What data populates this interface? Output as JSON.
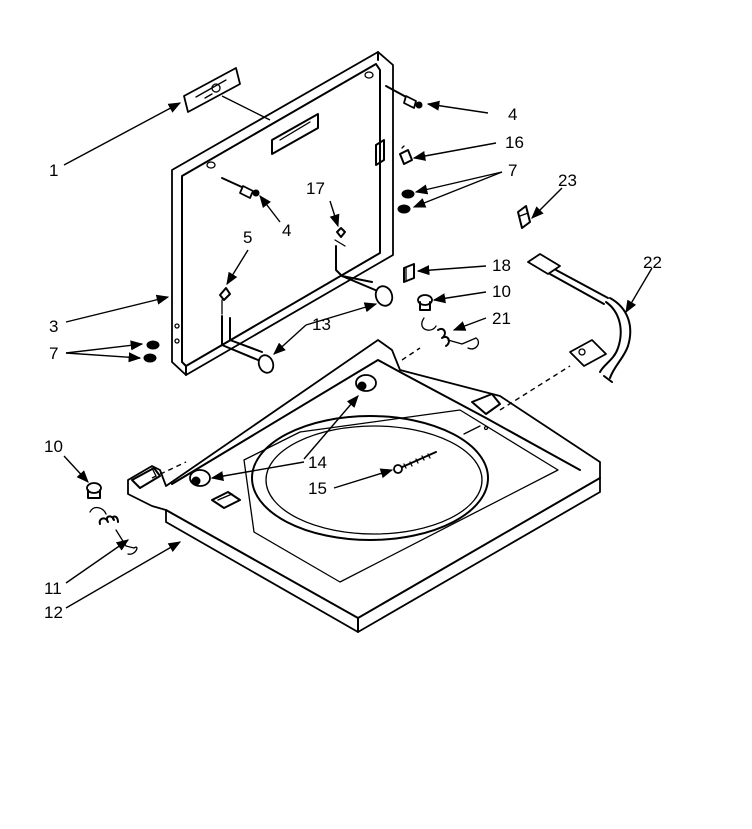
{
  "callouts": {
    "c1": "1",
    "c3": "3",
    "c4a": "4",
    "c4b": "4",
    "c5": "5",
    "c7a": "7",
    "c7b": "7",
    "c10a": "10",
    "c10b": "10",
    "c11": "11",
    "c12": "12",
    "c13": "13",
    "c14": "14",
    "c15": "15",
    "c16": "16",
    "c17": "17",
    "c18": "18",
    "c21": "21",
    "c22": "22",
    "c23": "23"
  }
}
